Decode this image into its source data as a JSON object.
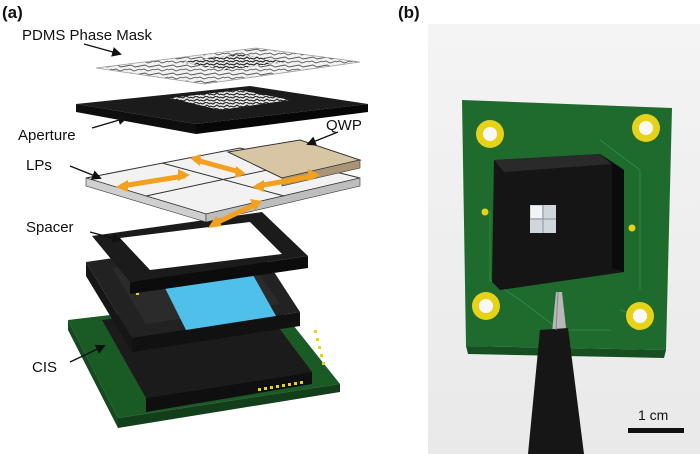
{
  "panels": {
    "a": "(a)",
    "b": "(b)"
  },
  "callouts": {
    "pdms": "PDMS Phase Mask",
    "aperture": "Aperture",
    "qwp": "QWP",
    "lps": "LPs",
    "spacer": "Spacer",
    "cis": "CIS"
  },
  "scale_bar": {
    "label": "1 cm"
  },
  "colors": {
    "pcb_green": "#1f6b2e",
    "black_layer": "#1b1b1b",
    "sensor_blue": "#4fc0ea",
    "arrow_orange": "#f2a01e",
    "qwp_tan": "#d8c5a4",
    "gold_pad": "#e7d21a"
  }
}
